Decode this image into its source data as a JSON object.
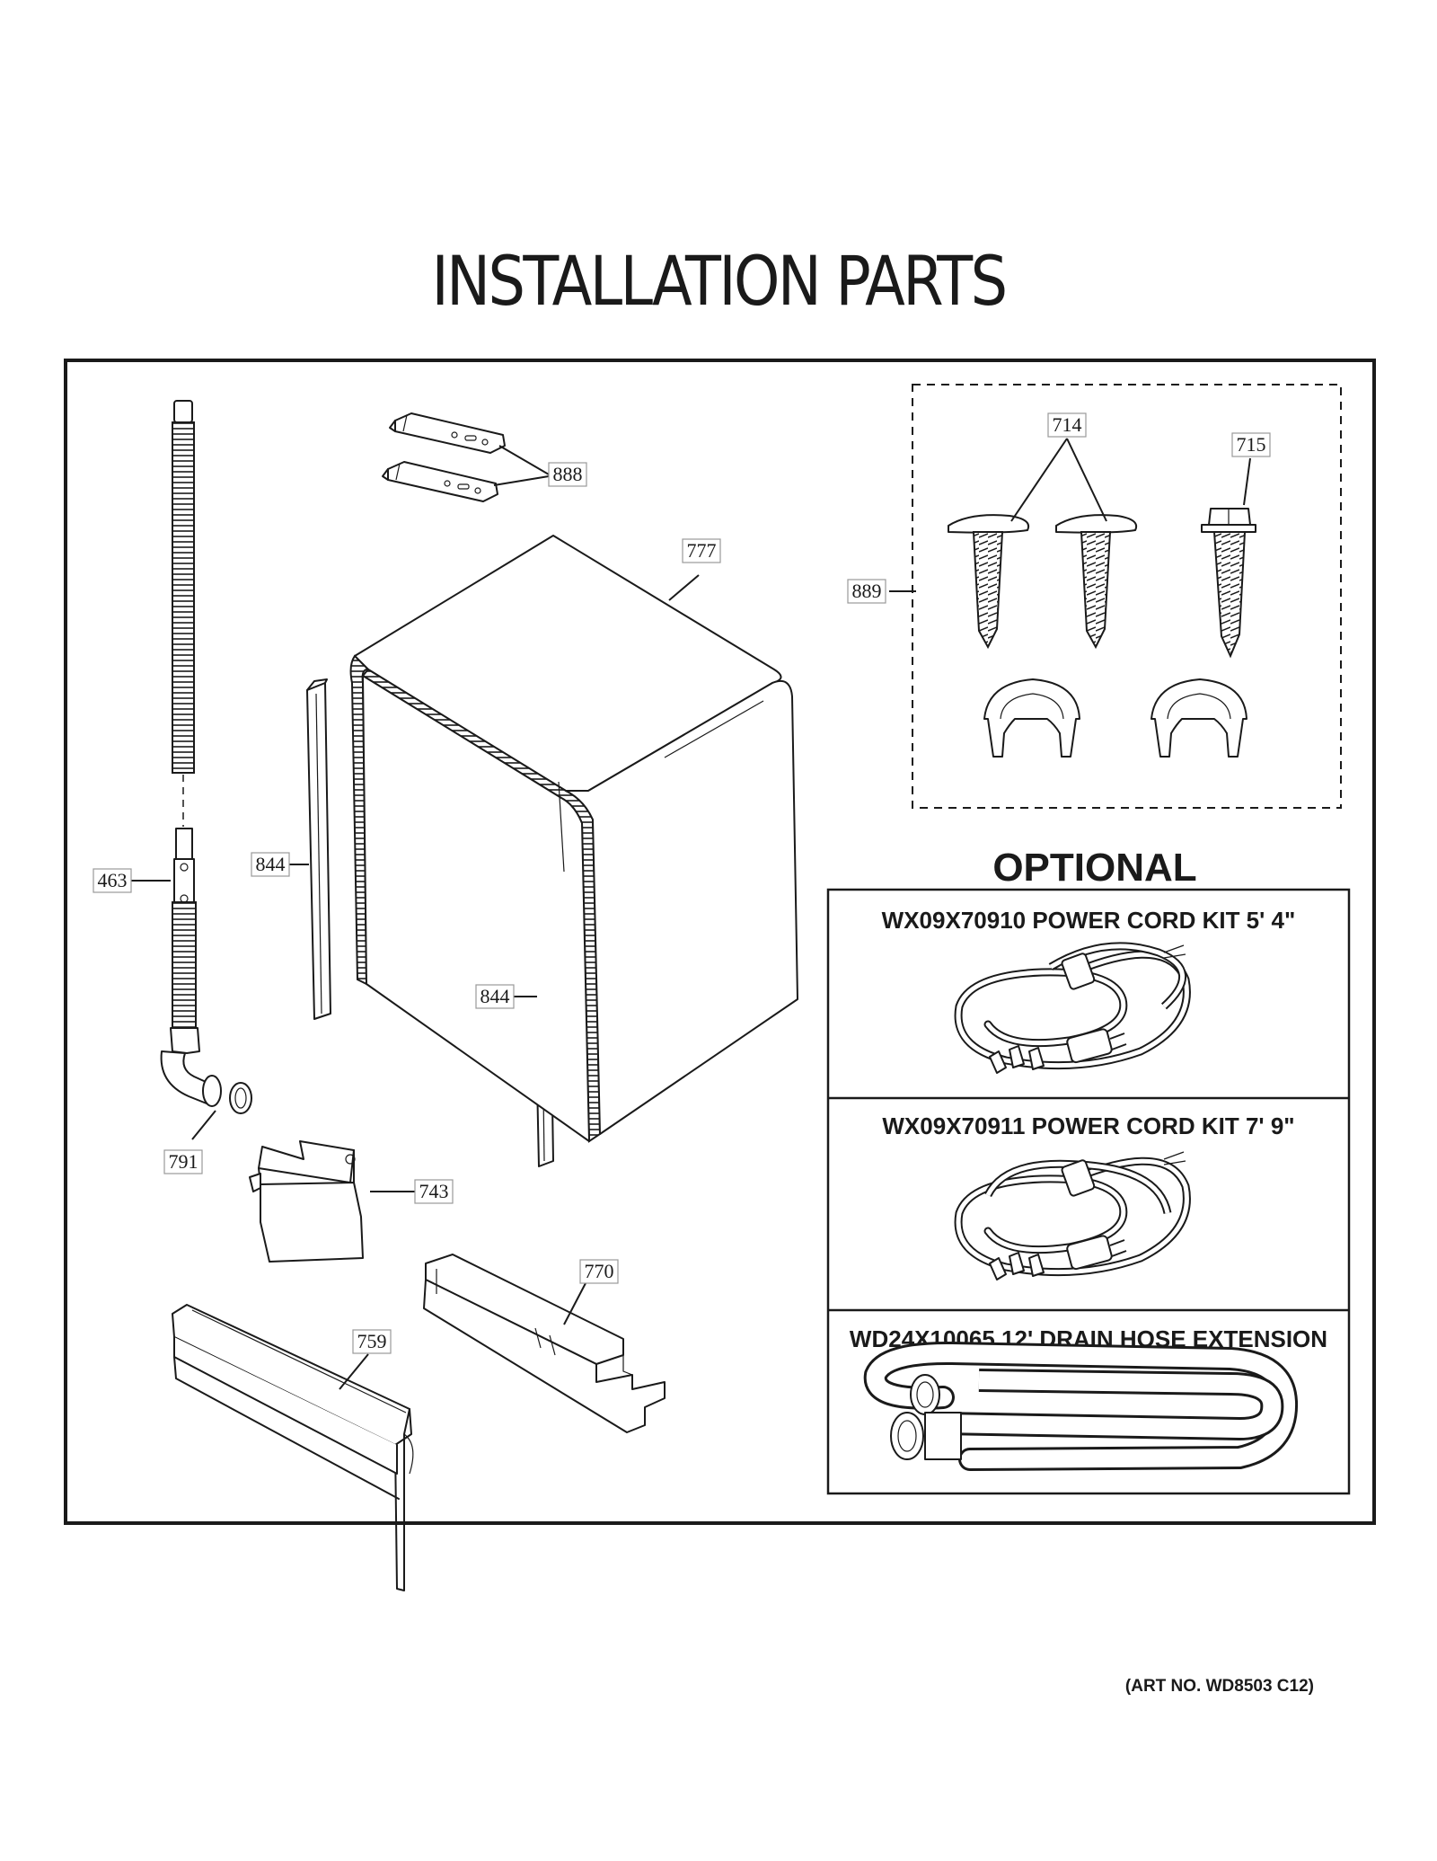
{
  "page": {
    "title": "INSTALLATION PARTS",
    "art_number": "(ART NO. WD8503 C12)"
  },
  "callouts": {
    "c463": "463",
    "c791": "791",
    "c844a": "844",
    "c844b": "844",
    "c888": "888",
    "c777": "777",
    "c889": "889",
    "c714": "714",
    "c715": "715",
    "c743": "743",
    "c770": "770",
    "c759": "759"
  },
  "optional": {
    "heading": "OPTIONAL",
    "kits": [
      {
        "label": "WX09X70910 POWER CORD KIT 5' 4\""
      },
      {
        "label": "WX09X70911 POWER CORD KIT 7' 9\""
      },
      {
        "label": "WD24X10065 12' DRAIN HOSE EXTENSION"
      }
    ]
  }
}
